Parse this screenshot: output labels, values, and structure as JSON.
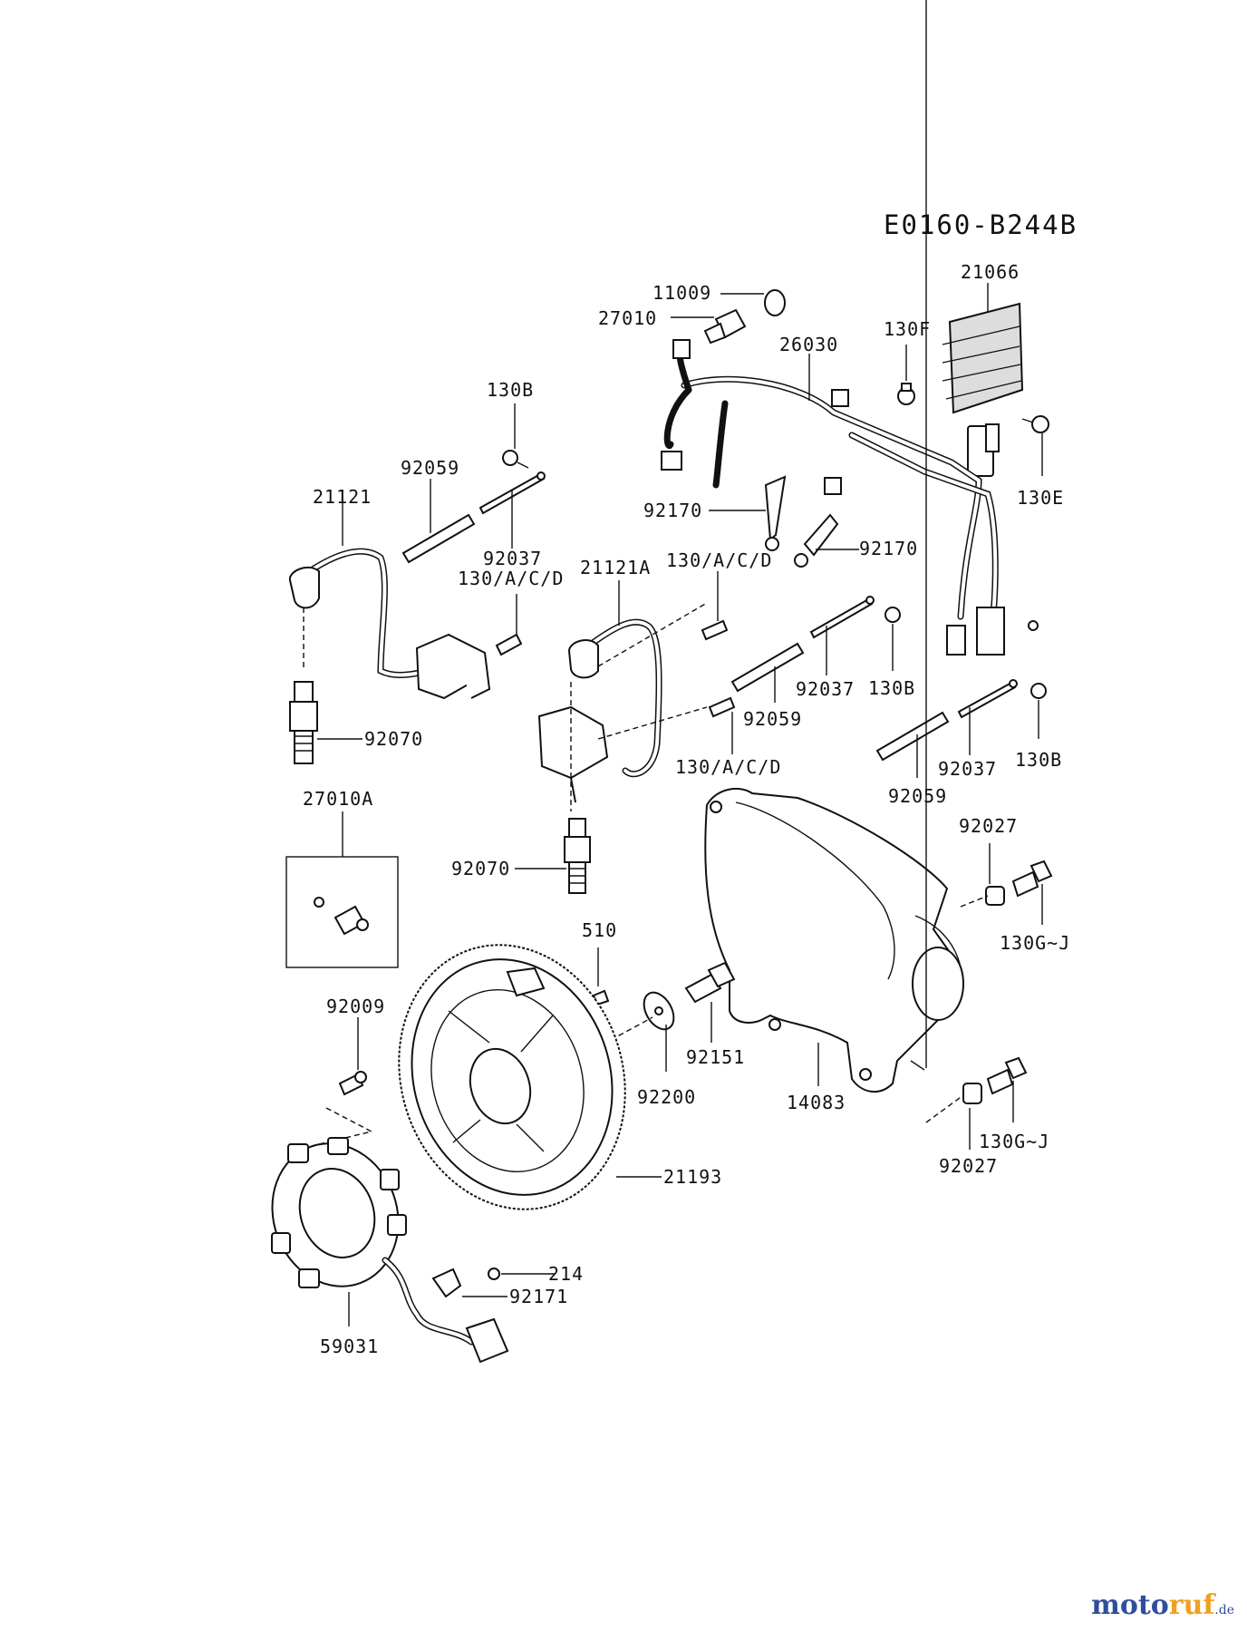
{
  "diagram_code": "E0160-B244B",
  "labels": {
    "p11009": "11009",
    "p27010": "27010",
    "p21066": "21066",
    "p26030": "26030",
    "p130F": "130F",
    "p130E": "130E",
    "p130B_top": "130B",
    "p92059_top": "92059",
    "p21121": "21121",
    "p92037_top": "92037",
    "p130ACD_left": "130/A/C/D",
    "p21121A": "21121A",
    "p130ACD_mid": "130/A/C/D",
    "p92170_left": "92170",
    "p92170_right": "92170",
    "p92070_left": "92070",
    "p92037_mid": "92037",
    "p130B_mid": "130B",
    "p92059_mid": "92059",
    "p130ACD_low": "130/A/C/D",
    "p92037_right": "92037",
    "p130B_right": "130B",
    "p92059_right": "92059",
    "p27010A": "27010A",
    "p92027_top": "92027",
    "p92070_mid": "92070",
    "p510": "510",
    "p130GJ_top": "130G~J",
    "p92009": "92009",
    "p92151": "92151",
    "p92200": "92200",
    "p14083": "14083",
    "p130GJ_bot": "130G~J",
    "p92027_bot": "92027",
    "p21193": "21193",
    "p214": "214",
    "p92171": "92171",
    "p59031": "59031"
  },
  "watermark": {
    "part1": "moto",
    "part2": "ruf",
    "suffix": ".de"
  }
}
